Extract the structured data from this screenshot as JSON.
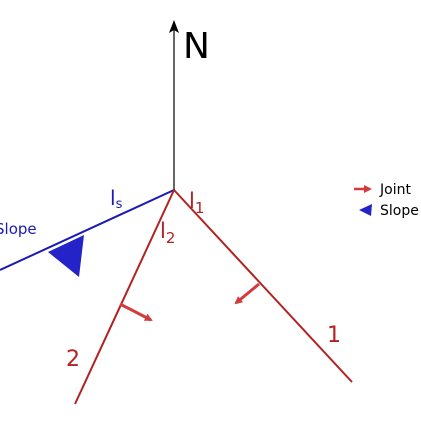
{
  "diagram": {
    "north_label": "N",
    "slope_label": "Slope",
    "slope_line_label": "l",
    "slope_line_sub": "s",
    "joint1_intersect_label": "l",
    "joint1_intersect_sub": "1",
    "joint2_intersect_label": "l",
    "joint2_intersect_sub": "2",
    "joint1_number": "1",
    "joint2_number": "2"
  },
  "legend": {
    "items": [
      {
        "label": "Joint",
        "icon": "red-arrow-icon"
      },
      {
        "label": "Slope",
        "icon": "blue-triangle-icon"
      }
    ]
  },
  "colors": {
    "north": "#000000",
    "slope": "#1a1ab4",
    "joint": "#b22222",
    "joint_arrow": "#d23c3c"
  }
}
